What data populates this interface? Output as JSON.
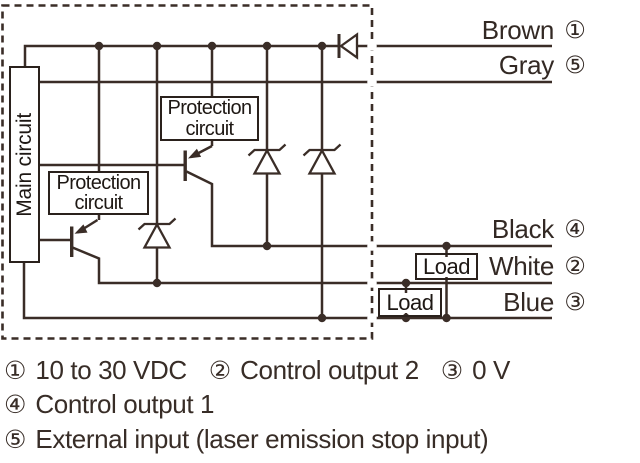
{
  "diagram": {
    "boxes": {
      "main_circuit": "Main circuit",
      "protection_1": "Protection circuit",
      "protection_2": "Protection circuit",
      "load_1": "Load",
      "load_2": "Load"
    },
    "wires": [
      {
        "name": "Brown",
        "pin": "①"
      },
      {
        "name": "Gray",
        "pin": "⑤"
      },
      {
        "name": "Black",
        "pin": "④"
      },
      {
        "name": "White",
        "pin": "②"
      },
      {
        "name": "Blue",
        "pin": "③"
      }
    ]
  },
  "legend": {
    "rows": [
      {
        "items": [
          {
            "pin": "①",
            "text": "10 to 30 VDC"
          },
          {
            "pin": "②",
            "text": "Control output 2"
          },
          {
            "pin": "③",
            "text": "0 V"
          }
        ]
      },
      {
        "items": [
          {
            "pin": "④",
            "text": "Control output 1"
          }
        ]
      },
      {
        "items": [
          {
            "pin": "⑤",
            "text": "External input (laser emission stop input)"
          }
        ]
      }
    ]
  },
  "colors": {
    "line": "#3a2d27",
    "box_border": "#2a211c",
    "text": "#332924",
    "white": "#ffffff"
  }
}
